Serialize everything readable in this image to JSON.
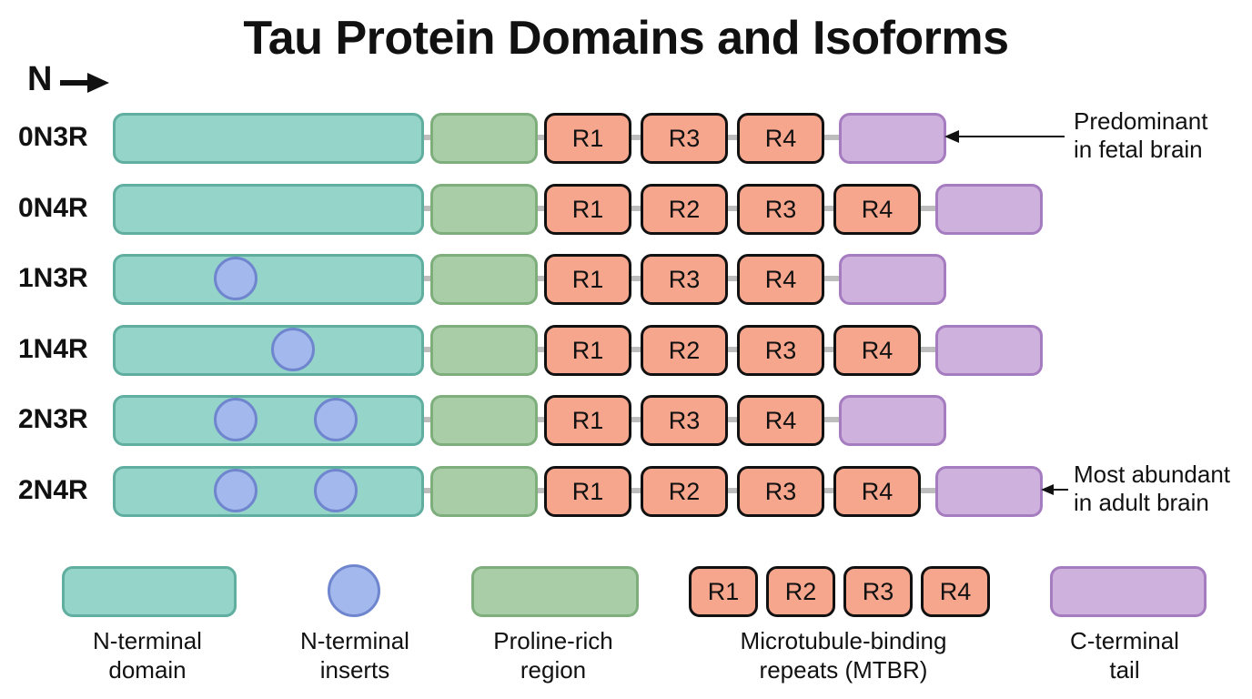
{
  "title": "Tau Protein Domains and Isoforms",
  "n_label": "N",
  "colors": {
    "n_terminal_fill": "#95d4c9",
    "n_terminal_border": "#5fae9f",
    "insert_fill": "#a3b8ec",
    "insert_border": "#6f86cf",
    "proline_fill": "#a9cda6",
    "proline_border": "#7fae7d",
    "repeat_fill": "#f6a68d",
    "repeat_border": "#111111",
    "c_terminal_fill": "#cfb1dd",
    "c_terminal_border": "#a57cc0"
  },
  "isoforms": [
    {
      "label": "0N3R",
      "inserts": 0,
      "repeats": [
        "R1",
        "R3",
        "R4"
      ]
    },
    {
      "label": "0N4R",
      "inserts": 0,
      "repeats": [
        "R1",
        "R2",
        "R3",
        "R4"
      ]
    },
    {
      "label": "1N3R",
      "inserts": 1,
      "repeats": [
        "R1",
        "R3",
        "R4"
      ]
    },
    {
      "label": "1N4R",
      "inserts": 1,
      "repeats": [
        "R1",
        "R2",
        "R3",
        "R4"
      ]
    },
    {
      "label": "2N3R",
      "inserts": 2,
      "repeats": [
        "R1",
        "R3",
        "R4"
      ]
    },
    {
      "label": "2N4R",
      "inserts": 2,
      "repeats": [
        "R1",
        "R2",
        "R3",
        "R4"
      ]
    }
  ],
  "annotations": [
    {
      "line1": "Predominant",
      "line2": "in fetal brain"
    },
    {
      "line1": "Most abundant",
      "line2": "in adult brain"
    }
  ],
  "legend": {
    "n_terminal": {
      "line1": "N-terminal",
      "line2": "domain"
    },
    "inserts": {
      "line1": "N-terminal",
      "line2": "inserts"
    },
    "proline": {
      "line1": "Proline-rich",
      "line2": "region"
    },
    "mtbr": {
      "line1": "Microtubule-binding",
      "line2": "repeats (MTBR)",
      "repeats": [
        "R1",
        "R2",
        "R3",
        "R4"
      ]
    },
    "c_terminal": {
      "line1": "C-terminal",
      "line2": "tail"
    }
  }
}
